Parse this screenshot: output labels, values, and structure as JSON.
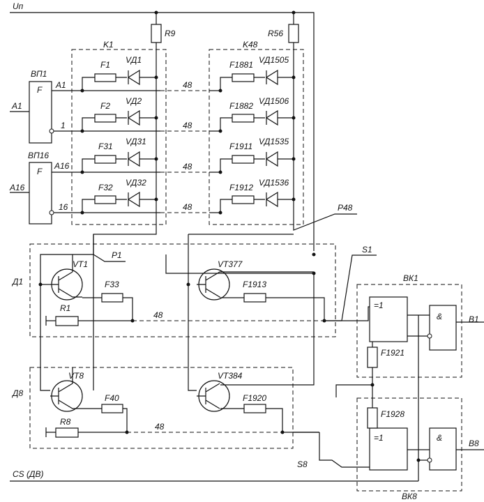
{
  "diagram": {
    "supply_label": "Uп",
    "cs_label": "CS (ДВ)",
    "pullups": [
      "R9",
      "R56"
    ],
    "blocks": {
      "k1": "K1",
      "k48": "K48",
      "d1": "Д1",
      "d8": "Д8",
      "vk1": "ВК1",
      "vk8": "ВК8"
    },
    "buffers": [
      {
        "name": "ВП1",
        "func": "F",
        "input": "A1",
        "out1": "A1",
        "out2": "1"
      },
      {
        "name": "ВП16",
        "func": "F",
        "input": "A16",
        "out1": "A16",
        "out2": "16"
      }
    ],
    "rows": [
      {
        "fuse_left": "F1",
        "diode_left": "VД1",
        "fuse_right": "F1881",
        "diode_right": "VД1505",
        "link": "48"
      },
      {
        "fuse_left": "F2",
        "diode_left": "VД2",
        "fuse_right": "F1882",
        "diode_right": "VД1506",
        "link": "48"
      },
      {
        "fuse_left": "F31",
        "diode_left": "VД31",
        "fuse_right": "F1911",
        "diode_right": "VД1535",
        "link": "48"
      },
      {
        "fuse_left": "F32",
        "diode_left": "VД32",
        "fuse_right": "F1912",
        "diode_right": "VД1536",
        "link": "48"
      }
    ],
    "decoders": [
      {
        "t_left": "VT1",
        "t_right": "VT377",
        "f_left": "F33",
        "f_right": "F1913",
        "r": "R1",
        "link": "48"
      },
      {
        "t_left": "VT8",
        "t_right": "VT384",
        "f_left": "F40",
        "f_right": "F1920",
        "r": "R8",
        "link": "48"
      }
    ],
    "lines": {
      "p1": "P1",
      "p48": "P48",
      "s1": "S1",
      "s8": "S8"
    },
    "gates": [
      {
        "xor": "=1",
        "and": "&",
        "fuse": "F1921",
        "out": "B1"
      },
      {
        "xor": "=1",
        "and": "&",
        "fuse": "F1928",
        "out": "B8"
      }
    ]
  }
}
